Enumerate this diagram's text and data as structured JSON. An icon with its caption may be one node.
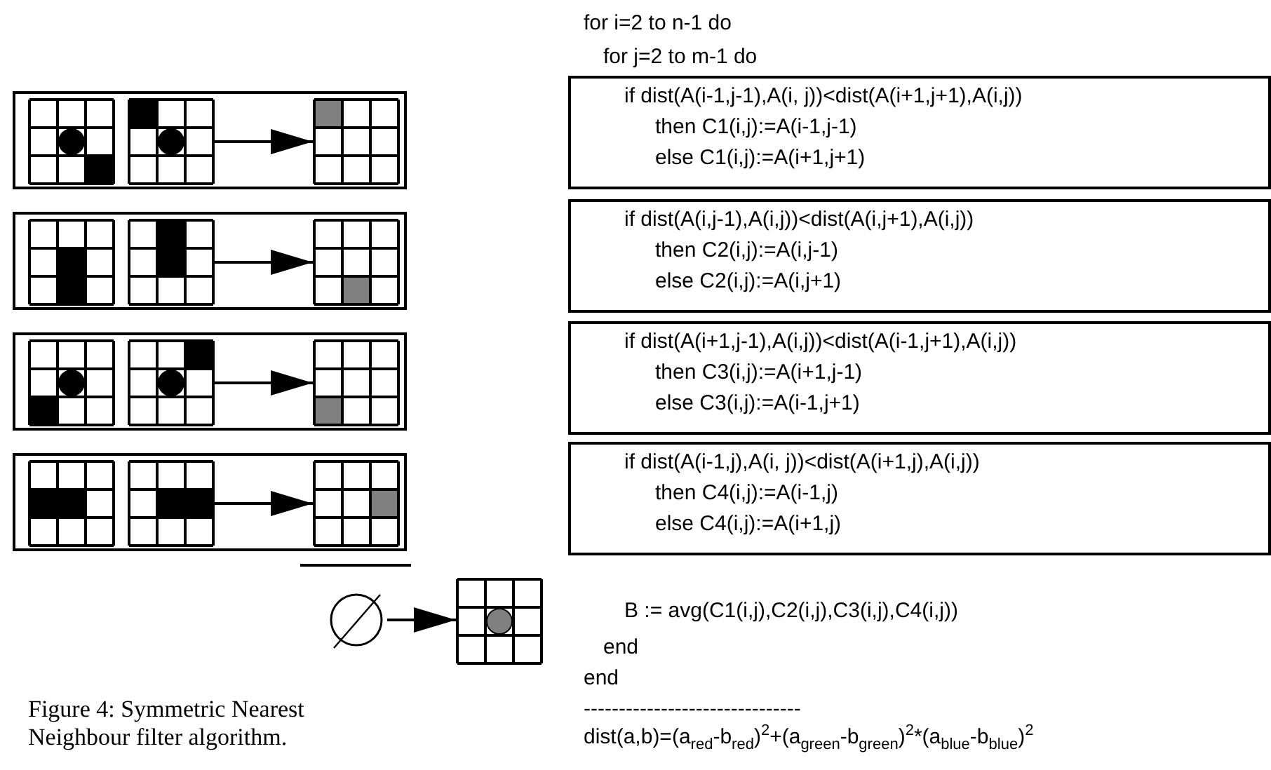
{
  "diagram": {
    "caption": "Figure 4: Symmetric Nearest Neighbour filter algorithm.",
    "nodes": [
      {
        "text": [],
        "shape": "box"
      },
      {
        "text": [],
        "shape": "picture",
        "in": 0
      },
      {
        "text": [],
        "shape": "picture",
        "in": 0
      },
      {
        "text": [],
        "shape": "picture",
        "in": 0
      },
      {
        "text": [],
        "shape": "box"
      },
      {
        "text": [],
        "shape": "picture",
        "in": 4
      },
      {
        "text": [],
        "shape": "picture",
        "in": 4
      },
      {
        "text": [],
        "shape": "picture",
        "in": 4
      },
      {
        "text": [],
        "shape": "box"
      },
      {
        "text": [],
        "shape": "picture",
        "in": 8
      },
      {
        "text": [],
        "shape": "picture",
        "in": 8
      },
      {
        "text": [],
        "shape": "picture",
        "in": 8
      },
      {
        "text": [],
        "shape": "box"
      },
      {
        "text": [],
        "shape": "picture",
        "in": 12
      },
      {
        "text": [],
        "shape": "picture",
        "in": 12
      },
      {
        "text": [],
        "shape": "picture",
        "in": 12
      },
      {
        "text": [],
        "shape": "circle"
      },
      {
        "text": [],
        "shape": "picture"
      },
      {
        "text": [
          "if dist(A(i-1,j-1),A(i, j))<dist(A(i+1,j+1),A(i,j))",
          "then C1(i,j):=A(i-1,j-1)",
          "else C1(i,j):=A(i+1,j+1)"
        ]
      },
      {
        "text": [
          "if dist(A(i,j-1),A(i,j))<dist(A(i,j+1),A(i,j))",
          "then C2(i,j):=A(i,j-1)",
          "else C2(i,j):=A(i,j+1)"
        ]
      },
      {
        "text": [
          "if dist(A(i+1,j-1),A(i,j))<dist(A(i-1,j+1),A(i,j))",
          "then C3(i,j):=A(i+1,j-1)",
          "else C3(i,j):=A(i-1,j+1)"
        ]
      },
      {
        "text": [
          "if dist(A(i-1,j),A(i, j))<dist(A(i+1,j),A(i,j))",
          "then C4(i,j):=A(i-1,j)",
          "else C4(i,j):=A(i+1,j)"
        ]
      }
    ],
    "edges": [
      {
        "from": 2,
        "to": 3,
        "arrow": "to"
      },
      {
        "from": 6,
        "to": 7,
        "arrow": "to"
      },
      {
        "from": 10,
        "to": 11,
        "arrow": "to"
      },
      {
        "from": 14,
        "to": 15,
        "arrow": "to"
      },
      {
        "from": 16,
        "to": 17,
        "arrow": "to"
      }
    ],
    "labels": [
      "for i=2 to n-1 do",
      "for j=2 to m-1 do",
      "B := avg(C1(i,j),C2(i,j),C3(i,j),C4(i,j))",
      "end",
      "end",
      "-------------------------------",
      "dist(a,b)=(a$_{red}$-b$_{red}$)$^{2}$+(a$_{green}$-b$_{green}$)$^{2}$*(a$_{blue}$-b$_{blue}$)$^{2}$"
    ]
  }
}
